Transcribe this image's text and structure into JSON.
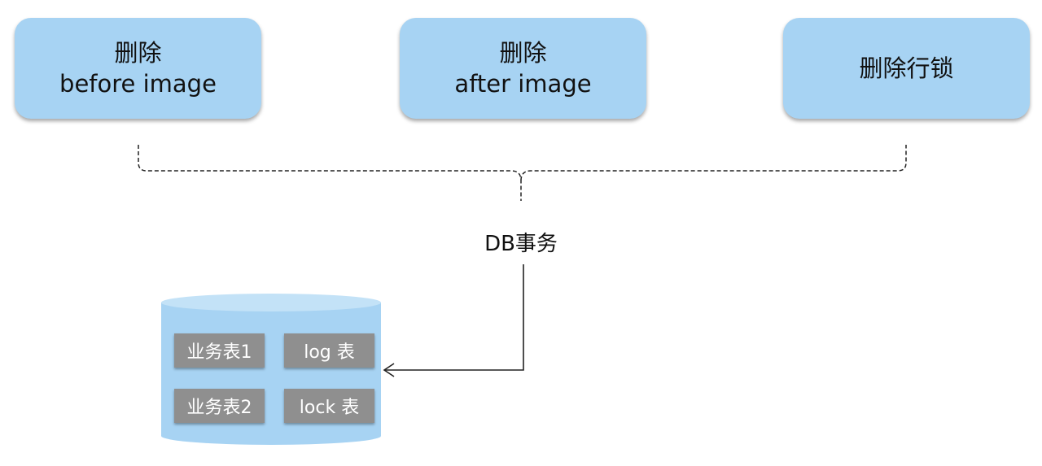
{
  "steps": [
    {
      "line1": "删除",
      "line2": "before image"
    },
    {
      "line1": "删除",
      "line2": "after image"
    },
    {
      "line1": "删除行锁",
      "line2": ""
    }
  ],
  "transaction_label": "DB事务",
  "database": {
    "tables": [
      "业务表1",
      "log 表",
      "业务表2",
      "lock 表"
    ]
  },
  "colors": {
    "box_fill": "#a7d3f3",
    "cylinder_fill": "#a7d3f3",
    "cylinder_top": "#c3e2f7",
    "table_fill": "#8f8f8f"
  }
}
